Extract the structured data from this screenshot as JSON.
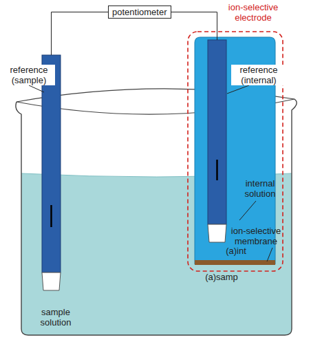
{
  "diagram": {
    "nodes": [
      {
        "text": [
          "potentiometer"
        ]
      }
    ],
    "labels": [
      "ion-selective electrode",
      "reference (sample)",
      "reference (internal)",
      "internal solution",
      "ion-selective membrane",
      "sample solution",
      "(a)int",
      "(a)samp"
    ]
  }
}
